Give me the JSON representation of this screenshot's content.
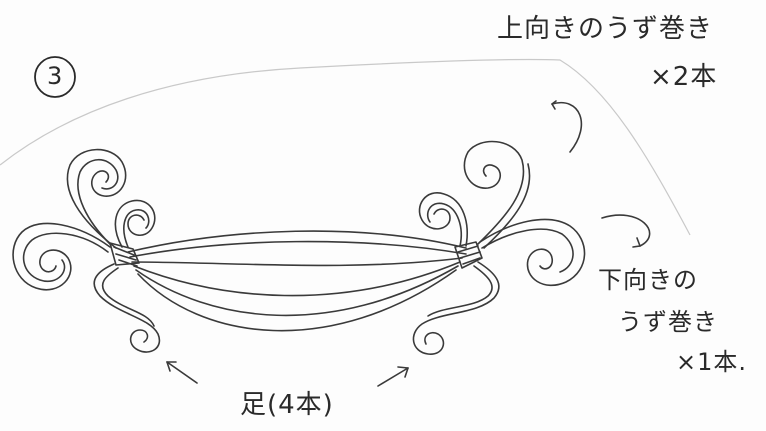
{
  "figure": {
    "step_number": "3",
    "upper_scroll_label": "上向きのうず巻き",
    "upper_scroll_count": "×2本",
    "lower_scroll_label_line1": "下向きの",
    "lower_scroll_label_line2": "うず巻き",
    "lower_scroll_count": "×1本.",
    "legs_label": "足(4本)"
  },
  "colors": {
    "ink": "#2a2a2a",
    "paper": "#fdfdfd",
    "paper_edge": "#c9c9c9"
  }
}
